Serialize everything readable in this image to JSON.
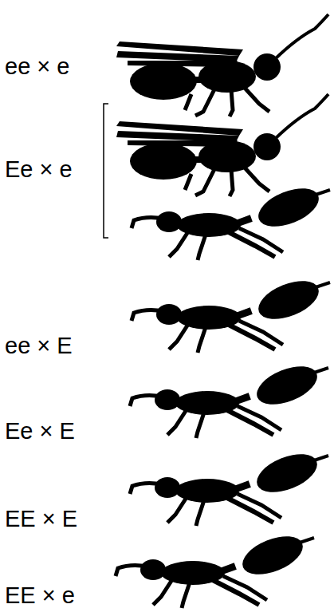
{
  "diagram": {
    "labels": [
      "ee × e",
      "Ee × e",
      "ee × E",
      "Ee × E",
      "EE × E",
      "EE × e"
    ]
  }
}
